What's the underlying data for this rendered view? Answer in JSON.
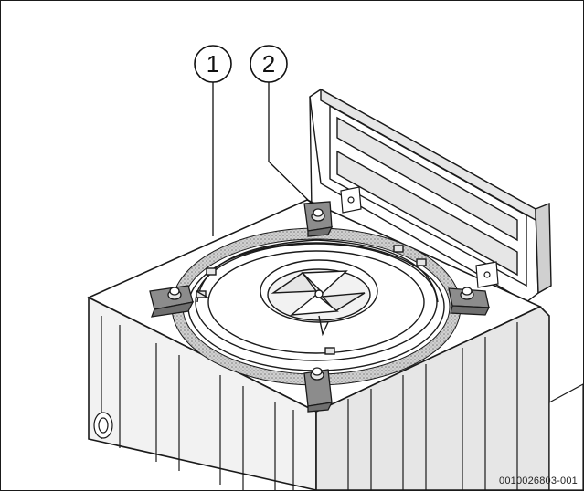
{
  "figure": {
    "callouts": [
      {
        "label": "1"
      },
      {
        "label": "2"
      }
    ],
    "document_code": "0010026803-001"
  },
  "colors": {
    "line": "#1a1a1a",
    "fill_light": "#ffffff",
    "fill_shade": "#e6e6e6",
    "fill_mid": "#bdbdbd",
    "bracket": "#8c8c8c",
    "gasket": "#9a9a9a"
  }
}
